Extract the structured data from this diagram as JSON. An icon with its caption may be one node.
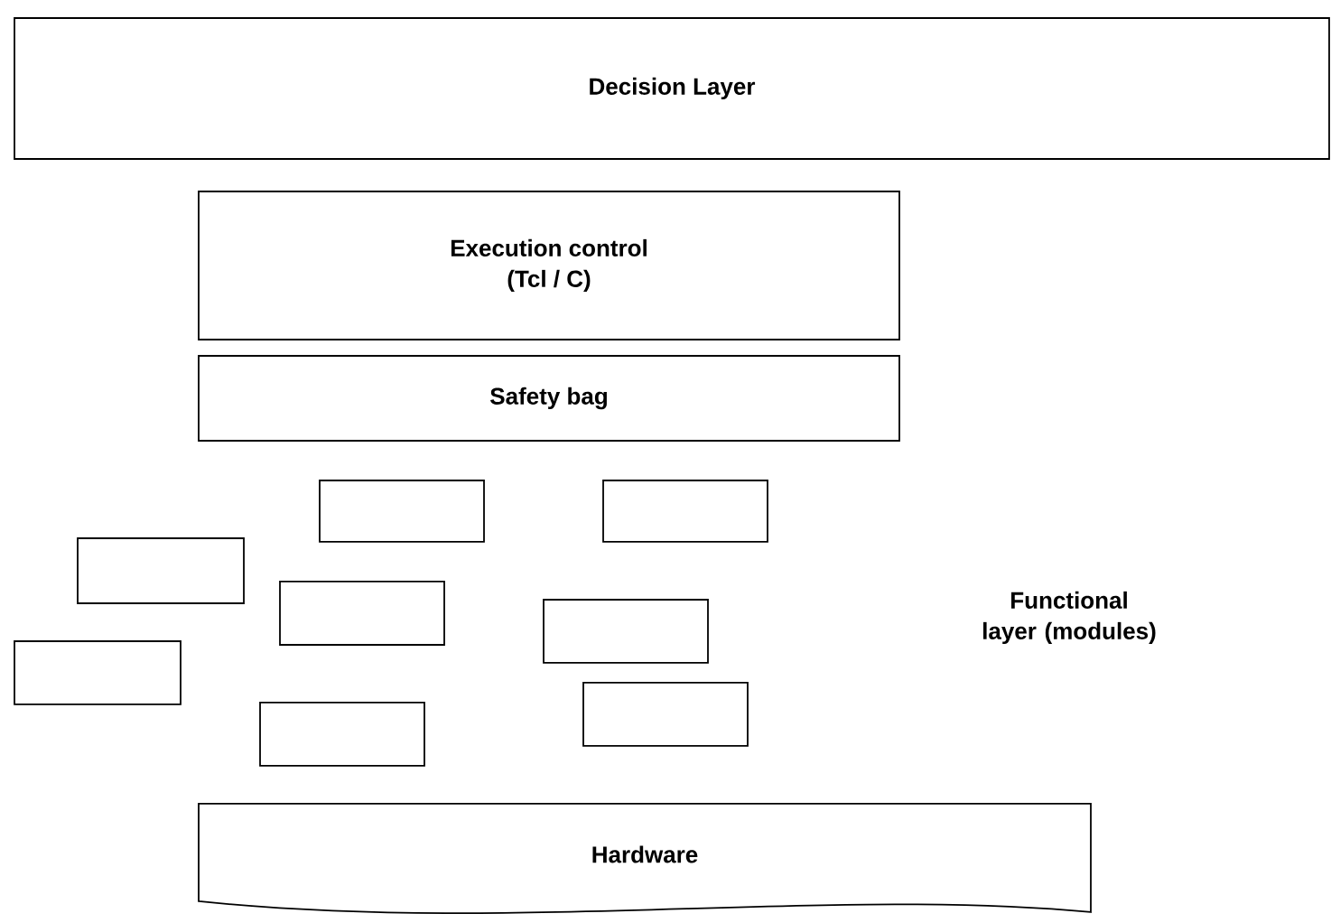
{
  "diagram": {
    "nodes": [
      {
        "text": [
          "Decision Layer"
        ]
      },
      {
        "text": [
          "Execution control",
          "(Tcl / C)"
        ]
      },
      {
        "text": [
          "Safety bag"
        ]
      },
      {
        "text": [],
        "shape": "box"
      },
      {
        "text": [],
        "shape": "box"
      },
      {
        "text": [],
        "shape": "box"
      },
      {
        "text": [],
        "shape": "box"
      },
      {
        "text": [],
        "shape": "box"
      },
      {
        "text": [],
        "shape": "box"
      },
      {
        "text": [],
        "shape": "box"
      },
      {
        "text": [],
        "shape": "box"
      },
      {
        "text": [
          "Hardware"
        ]
      }
    ],
    "edges": [],
    "labels": [
      "Functional layer (modules)"
    ]
  }
}
